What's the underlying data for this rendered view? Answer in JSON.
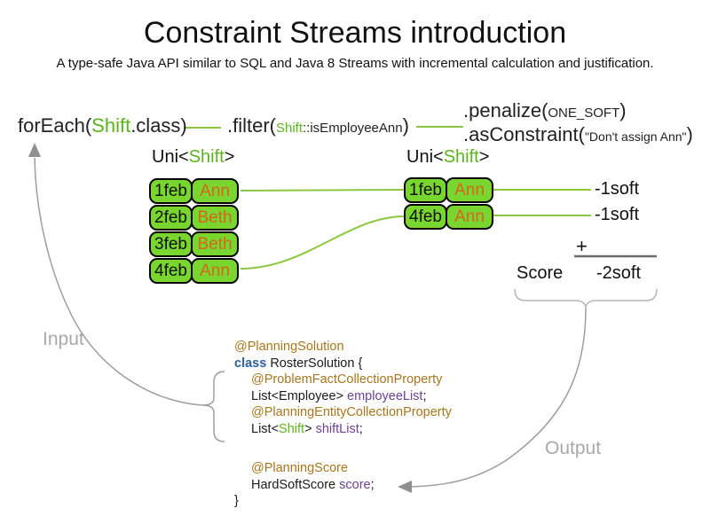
{
  "page": {
    "title": "Constraint Streams introduction",
    "subtitle": "A type-safe Java API similar to SQL and Java 8 Streams with incremental calculation and justification."
  },
  "flow": {
    "foreach": {
      "pre": "forEach(",
      "type": "Shift",
      "post": ".class)"
    },
    "filter": {
      "pre": ".filter(",
      "arg_type": "Shift",
      "arg_rest": "::isEmployeeAnn",
      "post": ")"
    },
    "penalize": {
      "pre": ".penalize(",
      "arg": "ONE_SOFT",
      "post": ")"
    },
    "as_constraint": {
      "pre": ".asConstraint(",
      "arg": "\"Don't assign Ann\"",
      "post": ")"
    }
  },
  "streams": {
    "left": {
      "label_pre": "Uni<",
      "label_type": "Shift",
      "label_post": ">",
      "rows": [
        {
          "date": "1feb",
          "name": "Ann"
        },
        {
          "date": "2feb",
          "name": "Beth"
        },
        {
          "date": "3feb",
          "name": "Beth"
        },
        {
          "date": "4feb",
          "name": "Ann"
        }
      ]
    },
    "right": {
      "label_pre": "Uni<",
      "label_type": "Shift",
      "label_post": ">",
      "rows": [
        {
          "date": "1feb",
          "name": "Ann"
        },
        {
          "date": "4feb",
          "name": "Ann"
        }
      ]
    }
  },
  "scoring": {
    "penalties": [
      "-1soft",
      "-1soft"
    ],
    "plus": "+",
    "score_label": "Score",
    "total": "-2soft"
  },
  "labels": {
    "input": "Input",
    "output": "Output"
  },
  "code": {
    "l1_ann": "@PlanningSolution",
    "l2_kw": "class",
    "l2_rest": " RosterSolution {",
    "l3_ann": "@ProblemFactCollectionProperty",
    "l4_a": "List<Employee> ",
    "l4_field": "employeeList",
    "l4_b": ";",
    "l5_ann": "@PlanningEntityCollectionProperty",
    "l6_a": "List<",
    "l6_type": "Shift",
    "l6_b": "> ",
    "l6_field": "shiftList",
    "l6_c": ";",
    "l8_ann": "@PlanningScore",
    "l9_a": "HardSoftScore ",
    "l9_field": "score",
    "l9_b": ";",
    "l10": "}"
  },
  "colors": {
    "cell_green": "#79d62f",
    "type_green": "#5cb41c",
    "connector_green": "#8dc63f",
    "name_orange": "#d4671d",
    "annotation_gold": "#a8761c",
    "keyword_blue": "#2d5f9e",
    "field_purple": "#6e4293",
    "arrow_gray": "#9e9e9e"
  }
}
